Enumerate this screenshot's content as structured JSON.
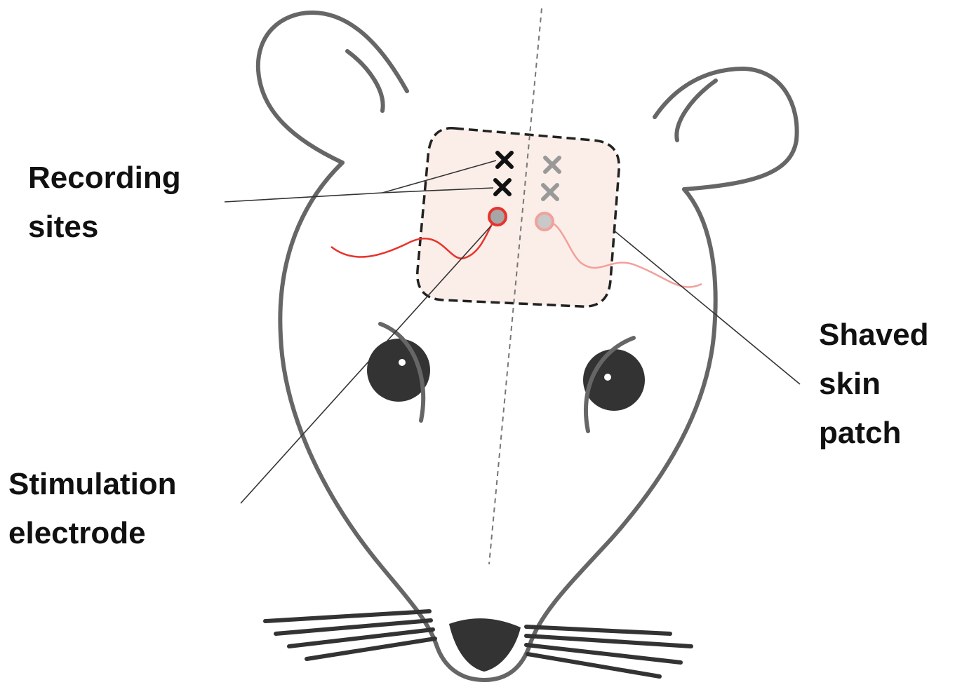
{
  "labels": {
    "recording": [
      "Recording",
      "sites"
    ],
    "stimulation": [
      "Stimulation",
      "electrode"
    ],
    "patch": [
      "Shaved",
      "skin",
      "patch"
    ]
  },
  "colors": {
    "outline": "#555555",
    "patch_fill": "#fbeee8",
    "stim_wire": "#e8332d",
    "stim_wire_faded": "#f2a09c",
    "marker_dark": "#111111",
    "marker_faded": "#999999",
    "eye": "#333333",
    "nose": "#333333"
  },
  "icons": {
    "recording_marker": "cross-icon",
    "stimulation_marker": "circle-electrode-icon"
  }
}
